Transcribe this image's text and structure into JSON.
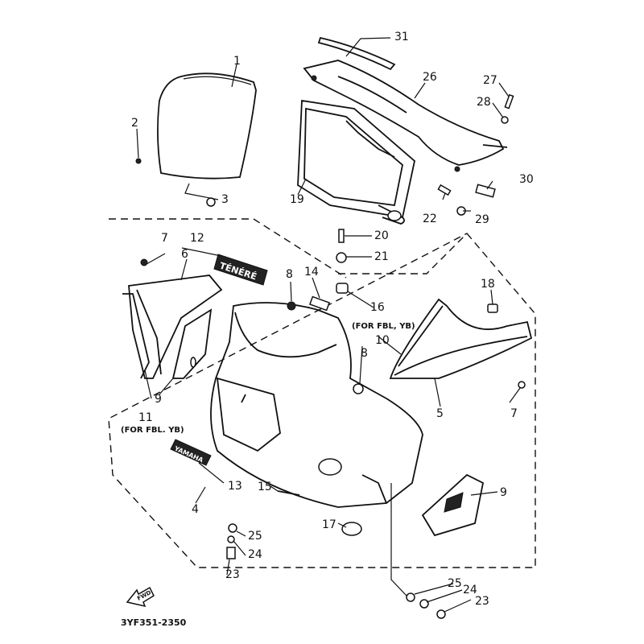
{
  "diagram": {
    "catalog_code": "3YF351-2350",
    "front_arrow_label": "FWD",
    "emblems": {
      "tenere": "TÉNÉRÉ",
      "yamaha": "YAMAHA"
    },
    "notes": [
      {
        "id": "note-fbl-yb-right",
        "text": "(FOR FBL, YB)"
      },
      {
        "id": "note-fbl-yb-left",
        "text": "(FOR FBL. YB)"
      }
    ],
    "callouts": [
      {
        "id": "1",
        "part": "windshield"
      },
      {
        "id": "2",
        "part": "windshield-screw"
      },
      {
        "id": "3",
        "part": "windshield-nut"
      },
      {
        "id": "4",
        "part": "cowling-assembly"
      },
      {
        "id": "5",
        "part": "side-cover-right"
      },
      {
        "id": "6",
        "part": "side-cover-left"
      },
      {
        "id": "7",
        "part": "screw-left"
      },
      {
        "id": "7",
        "part": "screw-right"
      },
      {
        "id": "8",
        "part": "grommet-upper"
      },
      {
        "id": "8",
        "part": "grommet-right"
      },
      {
        "id": "9",
        "part": "graphic-left"
      },
      {
        "id": "9",
        "part": "graphic-lower"
      },
      {
        "id": "10",
        "part": "graphic-right"
      },
      {
        "id": "11",
        "part": "graphic-left-fbl"
      },
      {
        "id": "12",
        "part": "tenere-emblem"
      },
      {
        "id": "13",
        "part": "yamaha-emblem"
      },
      {
        "id": "14",
        "part": "pad"
      },
      {
        "id": "15",
        "part": "pin"
      },
      {
        "id": "16",
        "part": "damper"
      },
      {
        "id": "17",
        "part": "grommet-lower"
      },
      {
        "id": "18",
        "part": "nut-right"
      },
      {
        "id": "19",
        "part": "stay"
      },
      {
        "id": "20",
        "part": "bolt-upper"
      },
      {
        "id": "21",
        "part": "washer-upper"
      },
      {
        "id": "22",
        "part": "bolt-stay"
      },
      {
        "id": "23",
        "part": "bolt-lower-left"
      },
      {
        "id": "23",
        "part": "bolt-lower-right"
      },
      {
        "id": "24",
        "part": "washer-left"
      },
      {
        "id": "24",
        "part": "washer-right"
      },
      {
        "id": "25",
        "part": "collar-left"
      },
      {
        "id": "25",
        "part": "collar-right"
      },
      {
        "id": "26",
        "part": "inner-panel"
      },
      {
        "id": "27",
        "part": "screw-inner"
      },
      {
        "id": "28",
        "part": "washer-inner"
      },
      {
        "id": "29",
        "part": "nut-inner"
      },
      {
        "id": "30",
        "part": "damper-inner"
      },
      {
        "id": "31",
        "part": "trim-strip"
      }
    ]
  }
}
